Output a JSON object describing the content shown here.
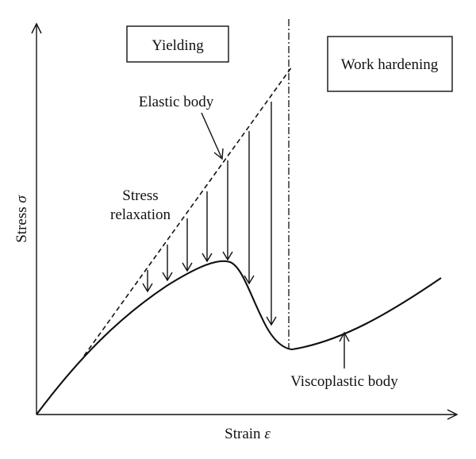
{
  "labels": {
    "yielding": "Yielding",
    "work_hardening": "Work hardening",
    "elastic_body": "Elastic body",
    "stress": "Stress ",
    "stress_symbol": "σ",
    "relaxation_line1": "Stress",
    "relaxation_line2": "relaxation",
    "viscoplastic_body": "Viscoplastic body",
    "strain": "Strain ",
    "strain_symbol": "ε"
  }
}
